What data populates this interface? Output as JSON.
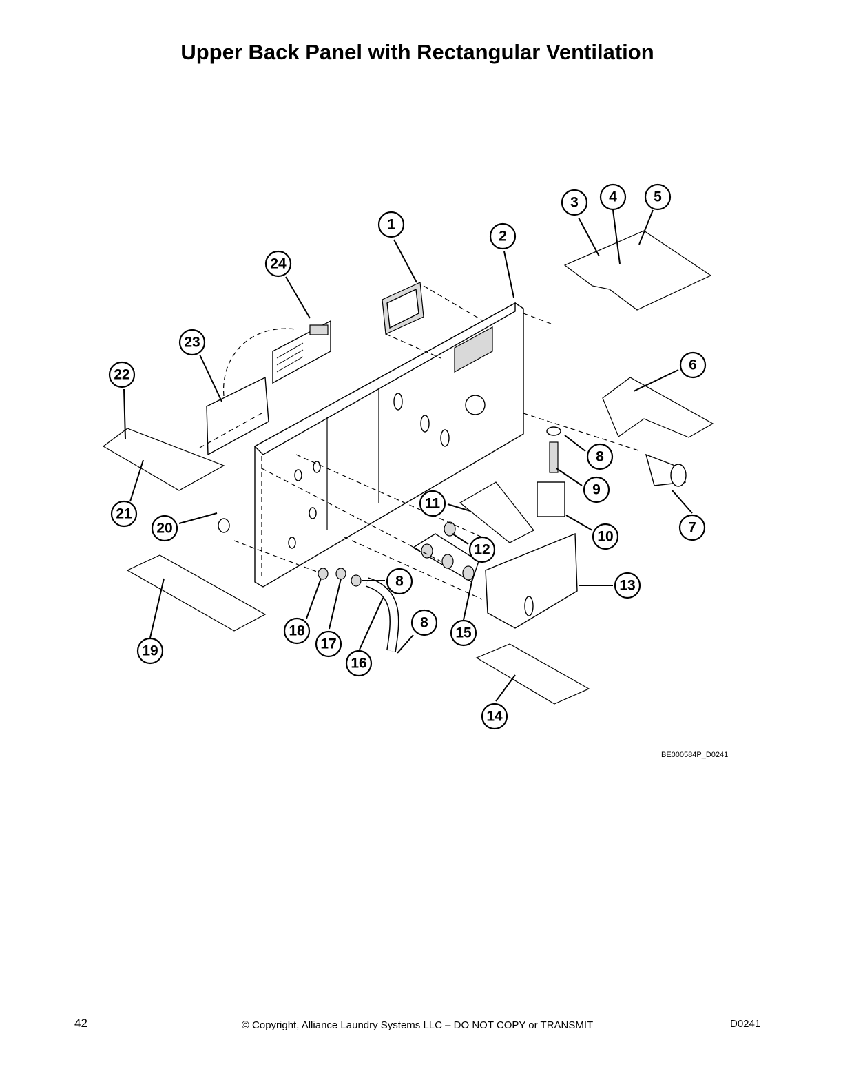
{
  "title": "Upper Back Panel with Rectangular Ventilation",
  "figure_ref": "BE000584P_D0241",
  "footer": {
    "page_number": "42",
    "copyright": "© Copyright, Alliance Laundry Systems LLC – DO NOT COPY or TRANSMIT",
    "doc_code": "D0241"
  },
  "callouts": [
    "1",
    "2",
    "3",
    "4",
    "5",
    "6",
    "7",
    "8",
    "9",
    "10",
    "11",
    "12",
    "13",
    "14",
    "15",
    "16",
    "17",
    "18",
    "19",
    "20",
    "21",
    "22",
    "23",
    "24"
  ],
  "callout_labels": {
    "c1": "1",
    "c2": "2",
    "c3": "3",
    "c4": "4",
    "c5": "5",
    "c6": "6",
    "c7": "7",
    "c8a": "8",
    "c8b": "8",
    "c8c": "8",
    "c9": "9",
    "c10": "10",
    "c11": "11",
    "c12": "12",
    "c13": "13",
    "c14": "14",
    "c15": "15",
    "c16": "16",
    "c17": "17",
    "c18": "18",
    "c19": "19",
    "c20": "20",
    "c21": "21",
    "c22": "22",
    "c23": "23",
    "c24": "24"
  }
}
